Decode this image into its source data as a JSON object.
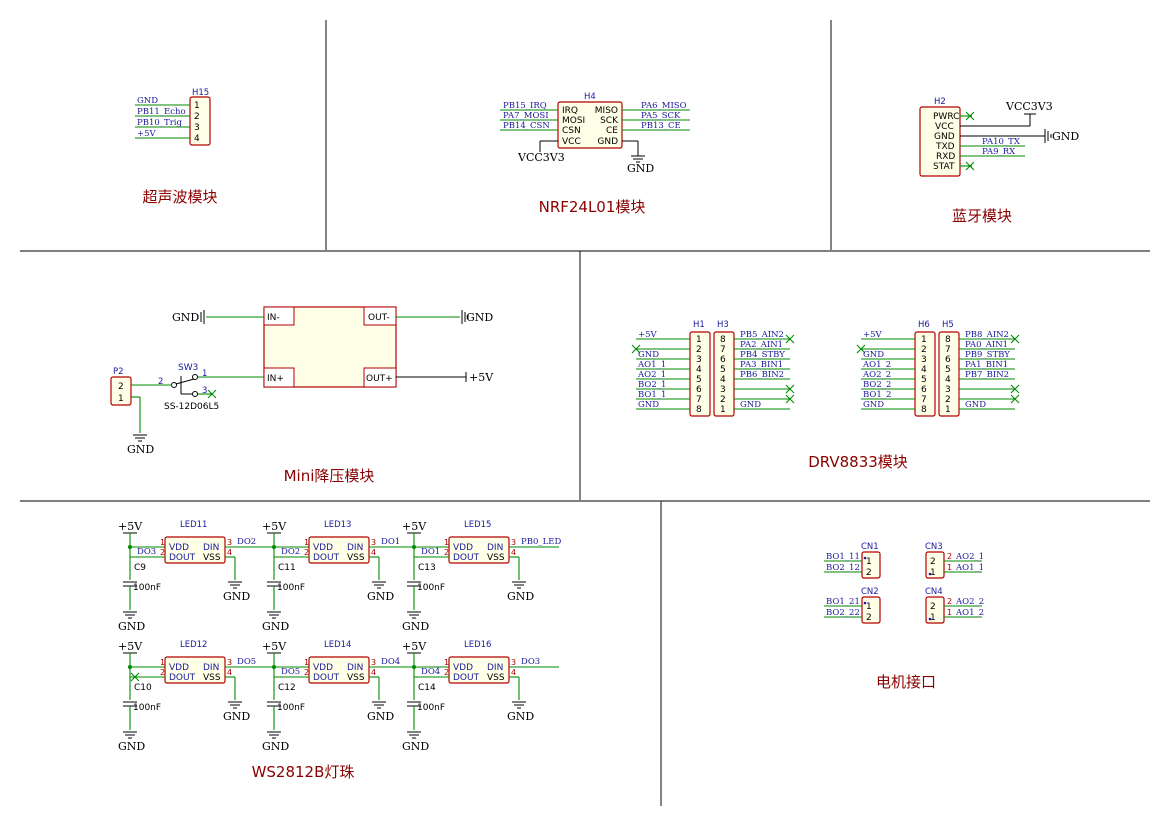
{
  "sections": {
    "ultrasonic": "超声波模块",
    "nrf": "NRF24L01模块",
    "bluetooth": "蓝牙模块",
    "buck": "Mini降压模块",
    "drv": "DRV8833模块",
    "led": "WS2812B灯珠",
    "motor": "电机接口"
  },
  "ultrasonic": {
    "ref": "H15",
    "nets": [
      "GND",
      "PB11_Echo",
      "PB10_Trig",
      "+5V"
    ],
    "pins": [
      "1",
      "2",
      "3",
      "4"
    ]
  },
  "nrf": {
    "ref": "H4",
    "left_nets": [
      "PB15_IRQ",
      "PA7_MOSI",
      "PB14_CSN"
    ],
    "left_pins": [
      "IRQ",
      "MOSI",
      "CSN",
      "VCC"
    ],
    "right_pins": [
      "MISO",
      "SCK",
      "CE",
      "GND"
    ],
    "right_nets": [
      "PA6_MISO",
      "PA5_SCK",
      "PB13_CE"
    ],
    "vcc": "VCC3V3",
    "gnd": "GND"
  },
  "bluetooth": {
    "ref": "H2",
    "pins": [
      "PWRC",
      "VCC",
      "GND",
      "TXD",
      "RXD",
      "STAT"
    ],
    "nets": [
      "PA10_TX",
      "PA9_RX"
    ],
    "vcc": "VCC3V3",
    "gnd": "GND"
  },
  "buck": {
    "in_minus": "IN-",
    "in_plus": "IN+",
    "out_minus": "OUT-",
    "out_plus": "OUT+",
    "gnd": "GND",
    "vout": "+5V",
    "conn_ref": "P2",
    "conn_pins": [
      "2",
      "1"
    ],
    "sw_ref": "SW3",
    "sw_part": "SS-12D06L5",
    "sw_pins": [
      "2",
      "1",
      "3"
    ]
  },
  "drv": {
    "left": {
      "refs": [
        "H1",
        "H3"
      ],
      "nets_left": [
        "+5V",
        "",
        "GND",
        "AO1_1",
        "AO2_1",
        "BO2_1",
        "BO1_1",
        "GND"
      ],
      "nets_right": [
        "PB5_AIN2",
        "PA2_AIN1",
        "PB4_STBY",
        "PA3_BIN1",
        "PB6_BIN2",
        "",
        "",
        "GND"
      ]
    },
    "right": {
      "refs": [
        "H6",
        "H5"
      ],
      "nets_left": [
        "+5V",
        "",
        "GND",
        "AO1_2",
        "AO2_2",
        "BO2_2",
        "BO1_2",
        "GND"
      ],
      "nets_right": [
        "PB8_AIN2",
        "PA0_AIN1",
        "PB9_STBY",
        "PA1_BIN1",
        "PB7_BIN2",
        "",
        "",
        "GND"
      ]
    },
    "pins_a": [
      "1",
      "2",
      "3",
      "4",
      "5",
      "6",
      "7",
      "8"
    ],
    "pins_b": [
      "8",
      "7",
      "6",
      "5",
      "4",
      "3",
      "2",
      "1"
    ]
  },
  "leds": [
    {
      "ref": "LED11",
      "cap": "C9",
      "dout": "DO3",
      "din": "DO2"
    },
    {
      "ref": "LED13",
      "cap": "C11",
      "dout": "DO2",
      "din": "DO1"
    },
    {
      "ref": "LED15",
      "cap": "C13",
      "dout": "DO1",
      "din": "PB0_LED"
    },
    {
      "ref": "LED12",
      "cap": "C10",
      "dout": "",
      "din": "DO5"
    },
    {
      "ref": "LED14",
      "cap": "C12",
      "dout": "DO5",
      "din": "DO4"
    },
    {
      "ref": "LED16",
      "cap": "C14",
      "dout": "DO4",
      "din": "DO3"
    }
  ],
  "led_labels": {
    "vdd": "VDD",
    "dout": "DOUT",
    "din": "DIN",
    "vss": "VSS",
    "cap_value": "100nF",
    "vcc": "+5V",
    "gnd": "GND"
  },
  "motor": [
    {
      "ref": "CN1",
      "nets": [
        "BO1_11",
        "BO2_12"
      ],
      "pins": [
        "1",
        "2"
      ]
    },
    {
      "ref": "CN3",
      "nets": [
        "AO2_1",
        "AO1_1"
      ],
      "pins": [
        "2",
        "1"
      ]
    },
    {
      "ref": "CN2",
      "nets": [
        "BO1_21",
        "BO2_22"
      ],
      "pins": [
        "1",
        "2"
      ]
    },
    {
      "ref": "CN4",
      "nets": [
        "AO2_2",
        "AO1_2"
      ],
      "pins": [
        "2",
        "1"
      ]
    }
  ],
  "colors": {
    "wire": "#008a00",
    "body": "#b00000",
    "label": "#1a1a9c",
    "title": "#8b0000"
  }
}
